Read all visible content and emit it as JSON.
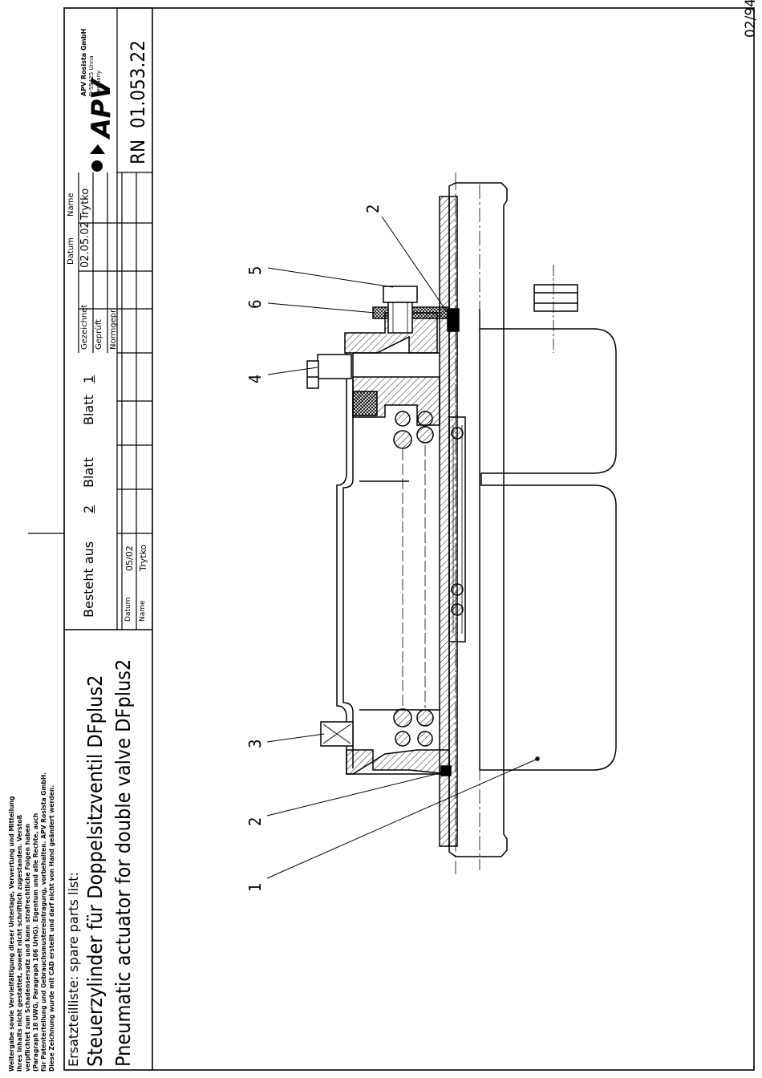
{
  "drawing": {
    "issue_code": "02/94",
    "legal_notice": [
      "Weitergabe sowie Vervielfältigung dieser Unterlage, Verwertung und Mitteilung",
      "ihres Inhalts nicht gestattet, soweit nicht schriftlich zugestanden. Verstoß",
      "verpflichtet zum Schadensersatz und kann strafrechtliche Folgen haben",
      "(Paragraph 18 UWG, Paragraph 106 UrhG). Eigentum und alle Rechte, auch",
      "für Patenterteilung und Gebrauchsmustereintragung, vorbehalten. APV Rosista GmbH.",
      "Diese Zeichnung wurde mit CAD erstellt und darf nicht von Hand geändert werden."
    ],
    "list_title": "Ersatzteilliste: spare parts list:",
    "title_de": "Steuerzylinder für Doppelsitzventil DFplus2",
    "title_en": "Pneumatic actuator for double valve DFplus2",
    "sheets": {
      "prefix": "Besteht aus",
      "total": "2",
      "blatt_label": "Blatt",
      "blatt2_label": "Blatt",
      "current": "1"
    },
    "revision": {
      "datum_label": "Datum",
      "datum_value": "05/02",
      "name_label": "Name",
      "name_value": "Trytko"
    },
    "approval": {
      "col_datum": "Datum",
      "col_name": "Name",
      "gezeichnet_label": "Gezeichnet",
      "gezeichnet_datum": "02.05.02",
      "gezeichnet_name": "Trytko",
      "geprueft_label": "Geprüft",
      "normgepr_label": "Normgepr."
    },
    "company": {
      "logo_text": "APV",
      "name": "APV Rosista GmbH",
      "address": "D-59425 Unna",
      "country": "Germany"
    },
    "rn_label": "RN",
    "rn_number": "01.053.22",
    "callouts": [
      "1",
      "2",
      "3",
      "4",
      "5",
      "6",
      "2"
    ]
  }
}
